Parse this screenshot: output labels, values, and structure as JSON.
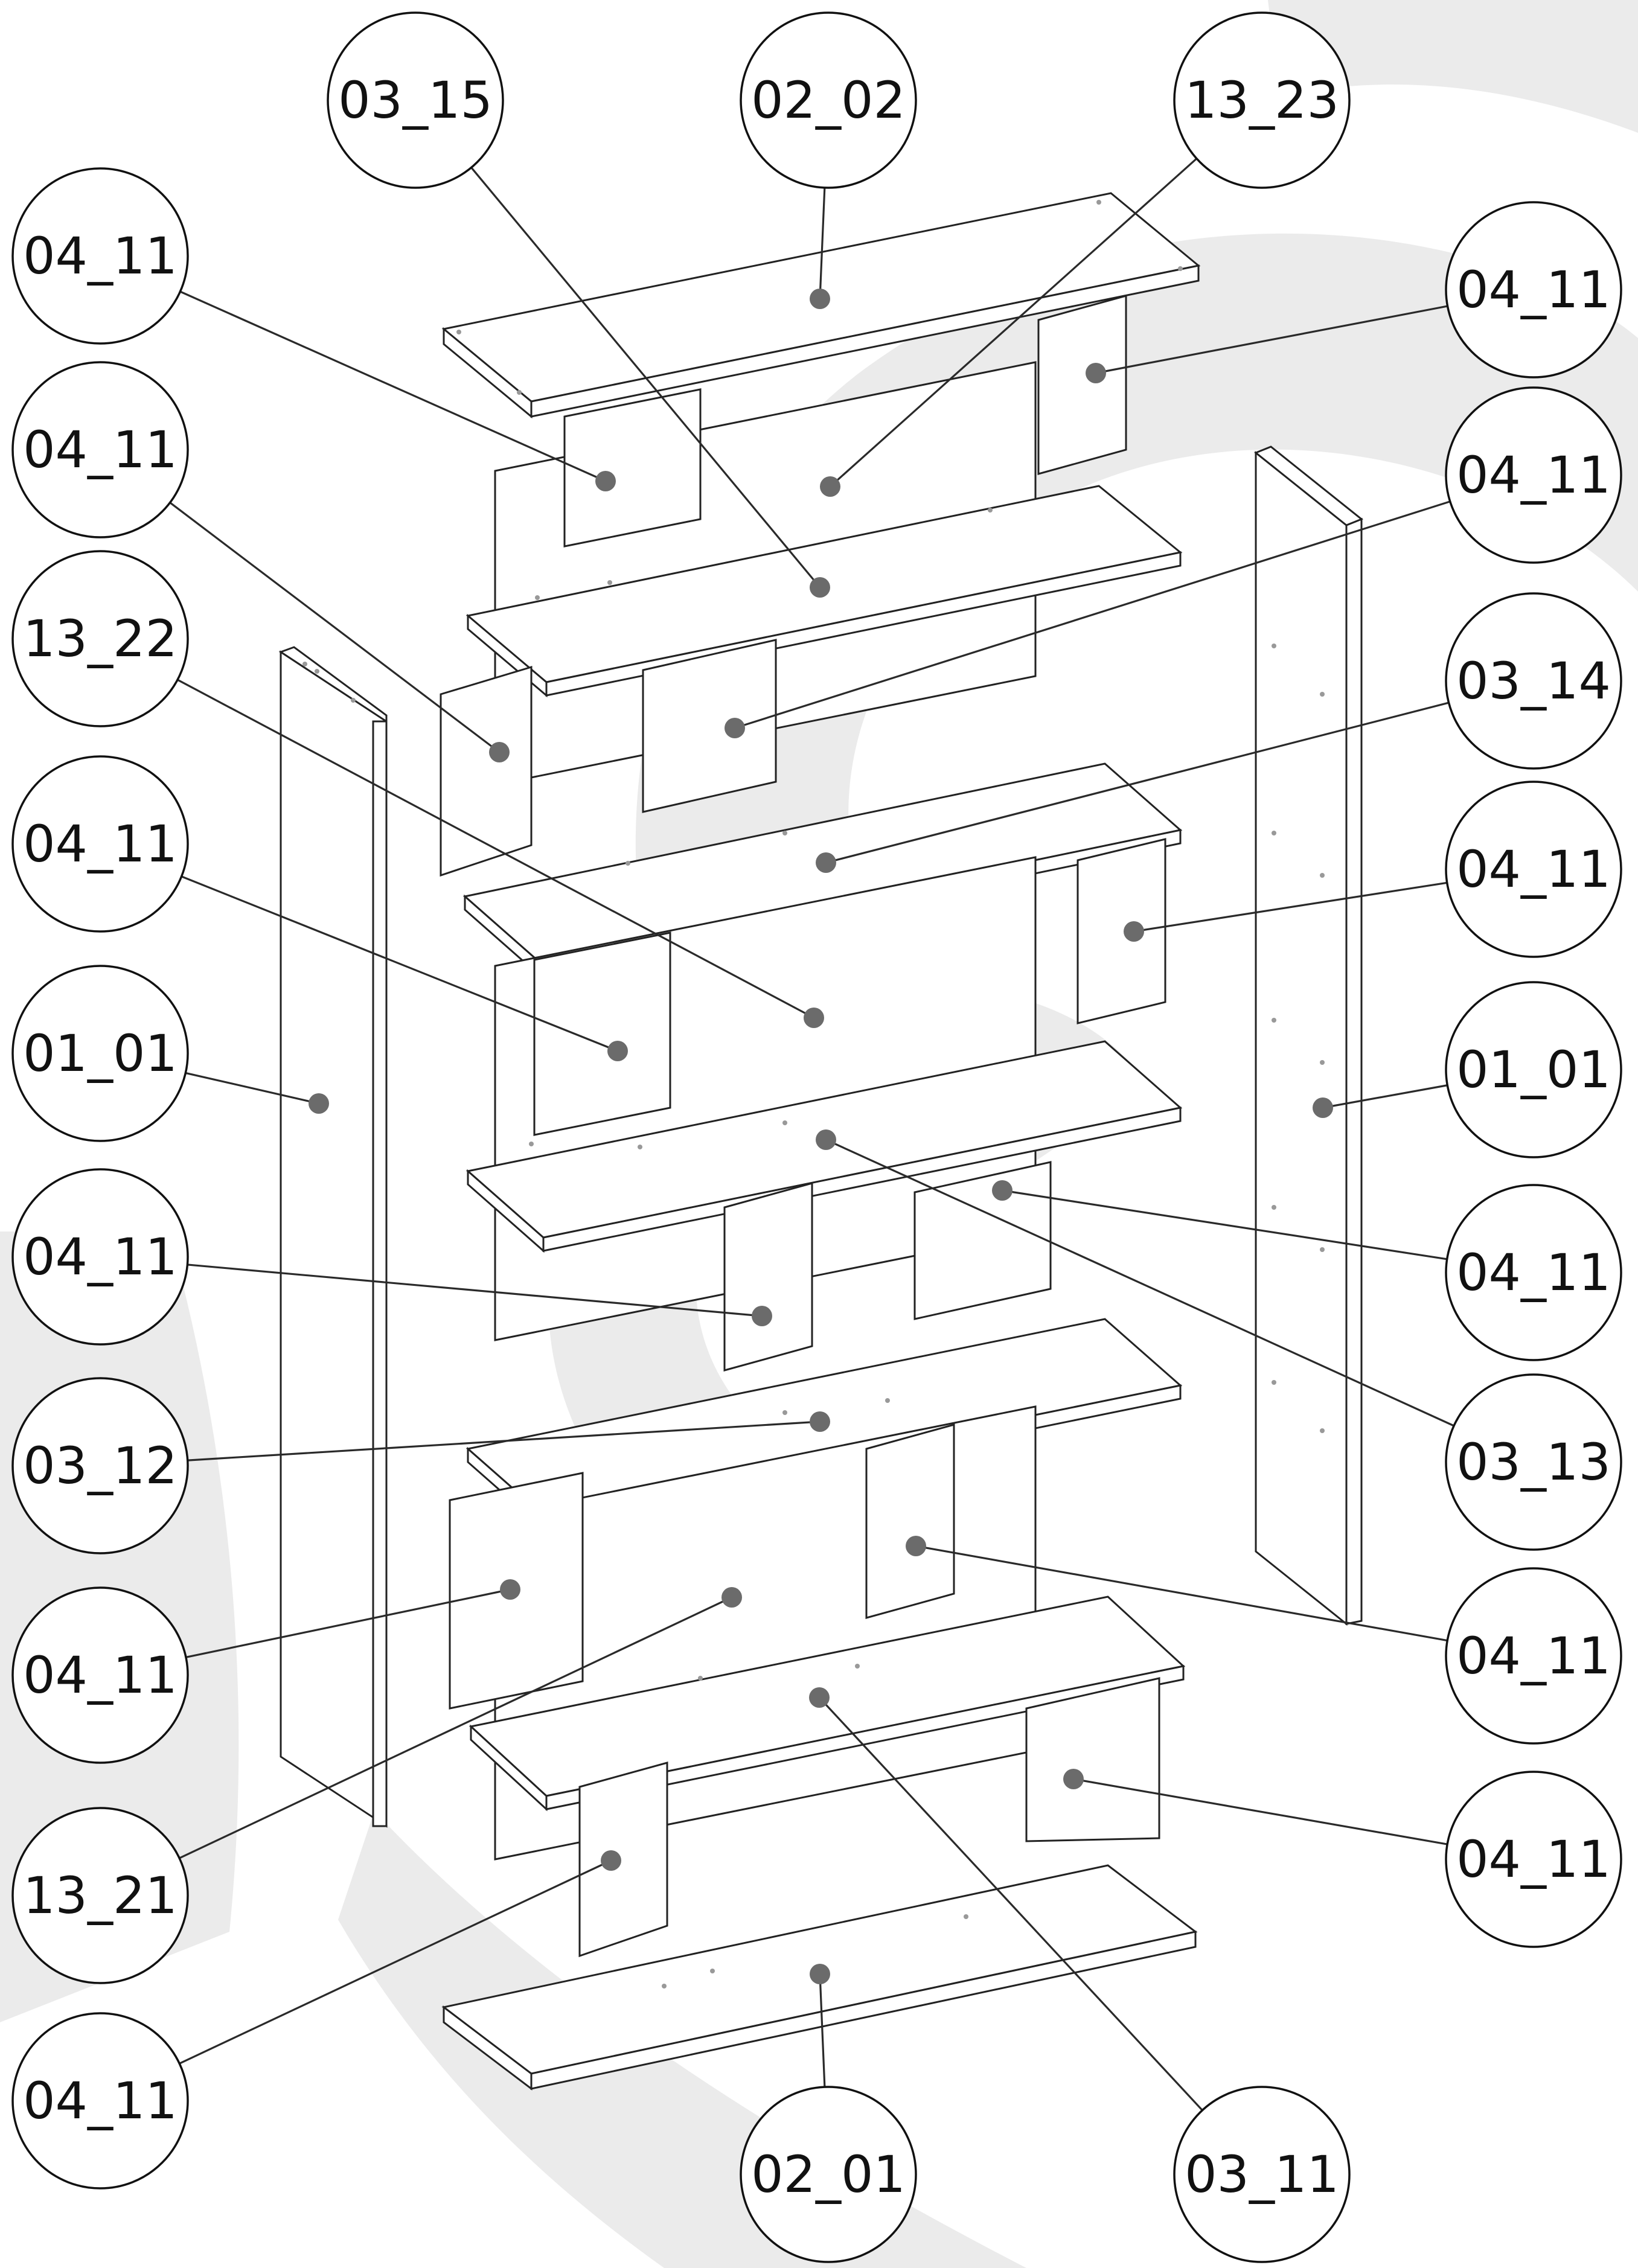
{
  "watermark": {
    "color": "#e8e8e8"
  },
  "colors": {
    "line": "#222222",
    "dot": "#6b6b6b",
    "bubble_fill": "#ffffff"
  },
  "callouts": [
    {
      "id": "c1",
      "label": "03_15"
    },
    {
      "id": "c2",
      "label": "02_02"
    },
    {
      "id": "c3",
      "label": "13_23"
    },
    {
      "id": "c4",
      "label": "04_11"
    },
    {
      "id": "c5",
      "label": "04_11"
    },
    {
      "id": "c6",
      "label": "04_11"
    },
    {
      "id": "c7",
      "label": "04_11"
    },
    {
      "id": "c8",
      "label": "13_22"
    },
    {
      "id": "c9",
      "label": "03_14"
    },
    {
      "id": "c10",
      "label": "04_11"
    },
    {
      "id": "c11",
      "label": "04_11"
    },
    {
      "id": "c12",
      "label": "01_01"
    },
    {
      "id": "c13",
      "label": "01_01"
    },
    {
      "id": "c14",
      "label": "04_11"
    },
    {
      "id": "c15",
      "label": "04_11"
    },
    {
      "id": "c16",
      "label": "03_12"
    },
    {
      "id": "c17",
      "label": "03_13"
    },
    {
      "id": "c18",
      "label": "04_11"
    },
    {
      "id": "c19",
      "label": "04_11"
    },
    {
      "id": "c20",
      "label": "13_21"
    },
    {
      "id": "c21",
      "label": "04_11"
    },
    {
      "id": "c22",
      "label": "04_11"
    },
    {
      "id": "c23",
      "label": "02_01"
    },
    {
      "id": "c24",
      "label": "03_11"
    }
  ]
}
